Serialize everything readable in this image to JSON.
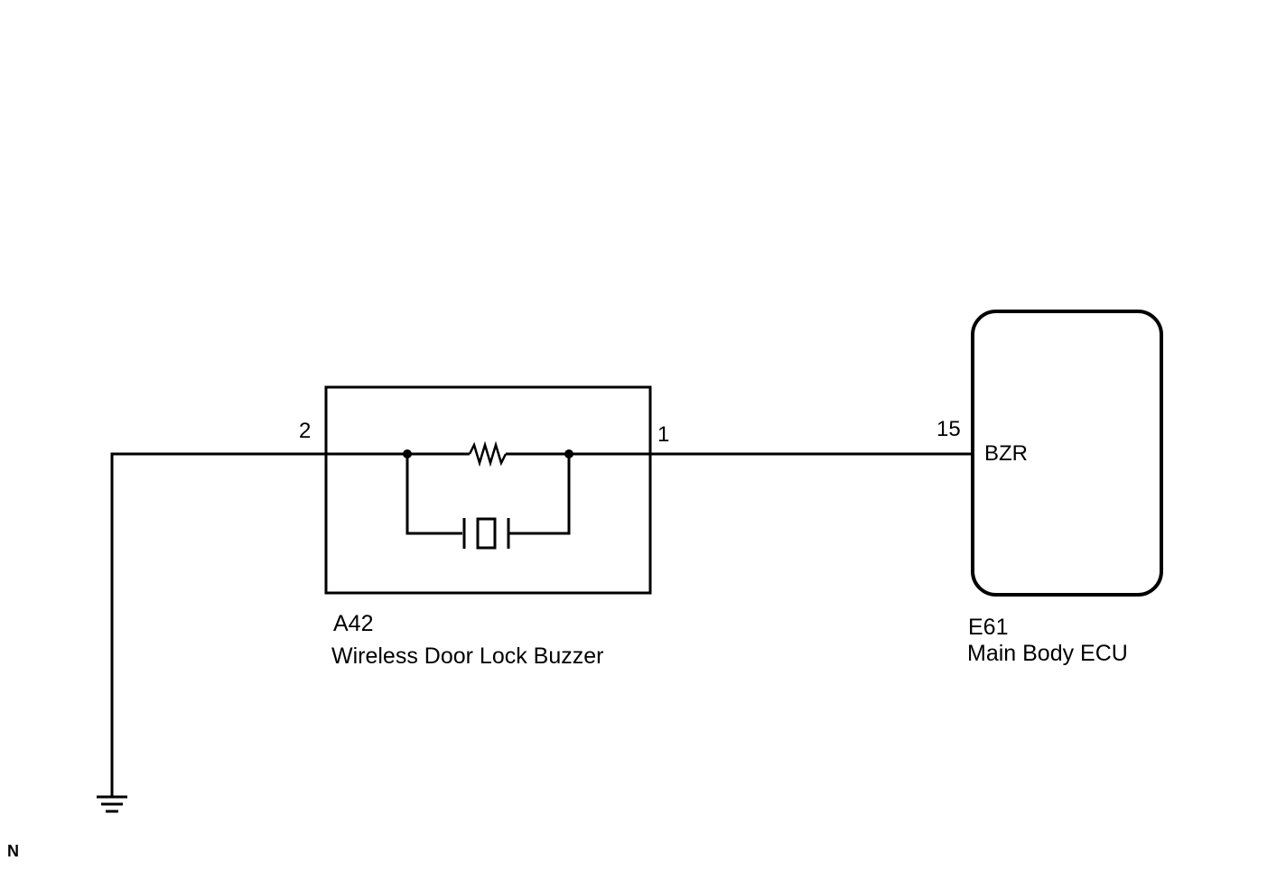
{
  "buzzer": {
    "code": "A42",
    "name": "Wireless Door Lock Buzzer",
    "pin_left": "2",
    "pin_right": "1"
  },
  "ecu": {
    "code": "E61",
    "name": "Main Body ECU",
    "pin": "15",
    "terminal": "BZR"
  },
  "corner_mark": "N",
  "colors": {
    "line": "#000000",
    "background": "#ffffff"
  }
}
